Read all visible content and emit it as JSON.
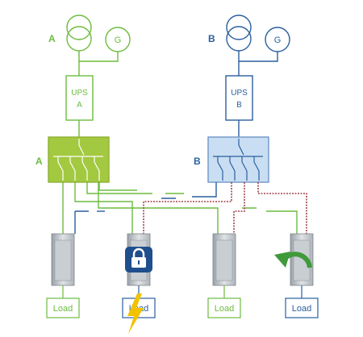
{
  "source_a": {
    "label": "A",
    "generator_label": "G",
    "ups_label_line1": "UPS",
    "ups_label_line2": "A",
    "switchboard_label": "A",
    "color": "#6dbb3f",
    "switchboard_fill": "#a3c940"
  },
  "source_b": {
    "label": "B",
    "generator_label": "G",
    "ups_label_line1": "UPS",
    "ups_label_line2": "B",
    "switchboard_label": "B",
    "color": "#2a5f9e",
    "switchboard_fill": "#c9def2"
  },
  "loads": [
    {
      "label": "Load",
      "feed": "A",
      "icon": "none"
    },
    {
      "label": "Load",
      "feed": "B",
      "icon": "padlock-icon"
    },
    {
      "label": "Load",
      "feed": "A",
      "icon": "none"
    },
    {
      "label": "Load",
      "feed": "B",
      "icon": "rotate-arrow-icon"
    }
  ],
  "colors": {
    "cable_red": "#a0444c",
    "lightning": "#f2c200",
    "lock_badge": "#1f4e8c",
    "arrow_green": "#3f9a3a"
  }
}
